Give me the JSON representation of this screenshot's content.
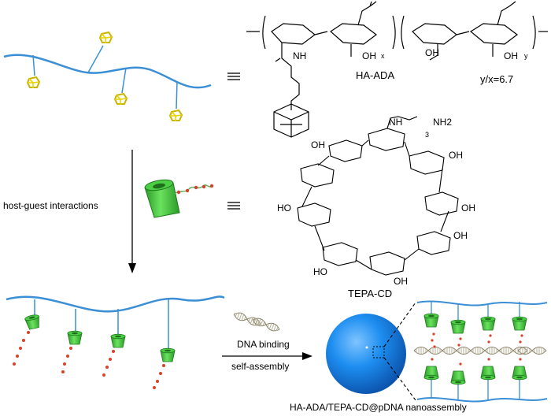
{
  "labels": {
    "ha_ada": "HA-ADA",
    "ratio": "y/x=6.7",
    "tepa_cd": "TEPA-CD",
    "host_guest": "host-guest interactions",
    "dna_binding": "DNA binding",
    "self_assembly": "self-assembly",
    "nanoassembly": "HA-ADA/TEPA-CD@pDNA  nanoassembly",
    "nh2": "NH2",
    "nh": "NH",
    "oh": "OH",
    "ho": "HO",
    "sub_x": "x",
    "sub_y": "y",
    "sub_3": "3"
  },
  "colors": {
    "polymer_blue": "#3b8fd6",
    "adamantane_yellow": "#e8d400",
    "cd_green": "#3fbf3a",
    "sphere_blue": "#0a7fe0",
    "bead_red": "#d6422b",
    "dna_gray": "#b8b29a"
  }
}
